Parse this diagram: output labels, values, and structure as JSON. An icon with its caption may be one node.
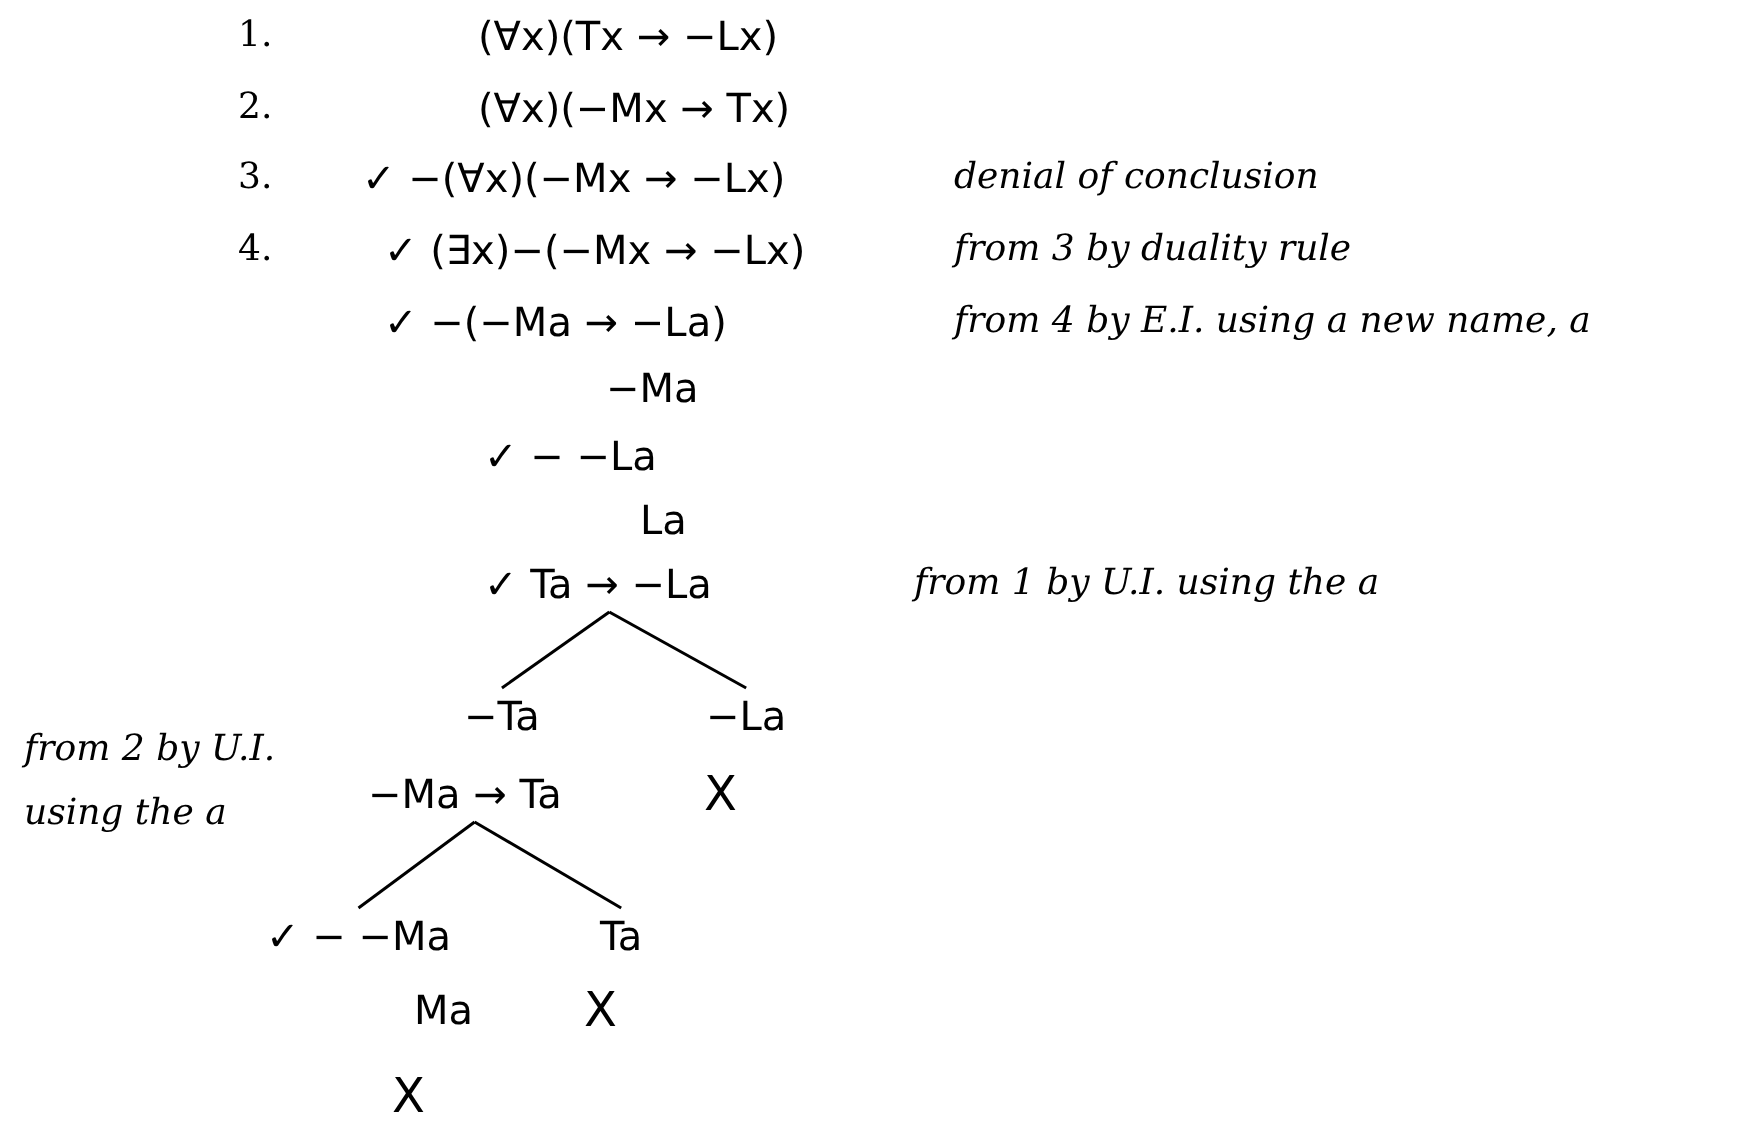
{
  "diagram": {
    "nodes": [
      {
        "text": [
          "✓ Ta → −La"
        ]
      },
      {
        "text": [
          "−Ta"
        ]
      },
      {
        "text": [
          "−La"
        ]
      },
      {
        "text": [
          "−Ma → Ta"
        ]
      },
      {
        "text": [
          "✓ − −Ma"
        ]
      },
      {
        "text": [
          "Ta"
        ]
      }
    ],
    "edges": [
      {
        "from": 0,
        "to": 1,
        "arrow": "none"
      },
      {
        "from": 0,
        "to": 2,
        "arrow": "none"
      },
      {
        "from": 3,
        "to": 4,
        "arrow": "none"
      },
      {
        "from": 3,
        "to": 5,
        "arrow": "none"
      }
    ],
    "labels": [
      "1.",
      "(∀x)(Tx → −Lx)",
      "2.",
      "(∀x)(−Mx → Tx)",
      "3.",
      "✓ −(∀x)(−Mx → −Lx)",
      "denial of conclusion",
      "4.",
      "✓ (∃x)−(−Mx → −Lx)",
      "from 3 by duality rule",
      "✓ −(−Ma → −La)",
      "from 4 by E.I. using a new name, a",
      "−Ma",
      "✓ − −La",
      "La",
      "from 1 by U.I. using the  a",
      "from 2 by U.I. using the  a",
      "X",
      "Ma",
      "X",
      "X"
    ]
  }
}
